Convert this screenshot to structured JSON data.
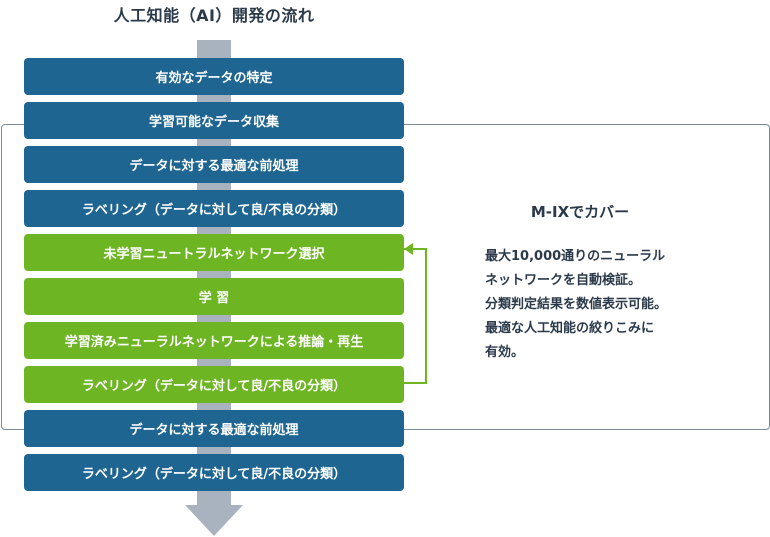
{
  "title": "人工知能（AI）開発の流れ",
  "steps": [
    {
      "label": "有効なデータの特定",
      "color": "blue"
    },
    {
      "label": "学習可能なデータ収集",
      "color": "blue"
    },
    {
      "label": "データに対する最適な前処理",
      "color": "blue"
    },
    {
      "label": "ラベリング（データに対して良/不良の分類）",
      "color": "blue"
    },
    {
      "label": "未学習ニュートラルネットワーク選択",
      "color": "green"
    },
    {
      "label": "学 習",
      "color": "green"
    },
    {
      "label": "学習済みニューラルネットワークによる推論・再生",
      "color": "green"
    },
    {
      "label": "ラベリング（データに対して良/不良の分類）",
      "color": "green"
    },
    {
      "label": "データに対する最適な前処理",
      "color": "blue"
    },
    {
      "label": "ラベリング（データに対して良/不良の分類）",
      "color": "blue"
    }
  ],
  "mix": {
    "title": "M-IXでカバー",
    "lines": [
      "最大10,000通りのニューラル",
      "ネットワークを自動検証。",
      "分類判定結果を数値表示可能。",
      "最適な人工知能の絞りこみに",
      "有効。"
    ]
  },
  "colors": {
    "blue": "#1f6591",
    "green": "#6eb523",
    "arrow": "#a9b3bf",
    "text": "#2b3a4a"
  }
}
